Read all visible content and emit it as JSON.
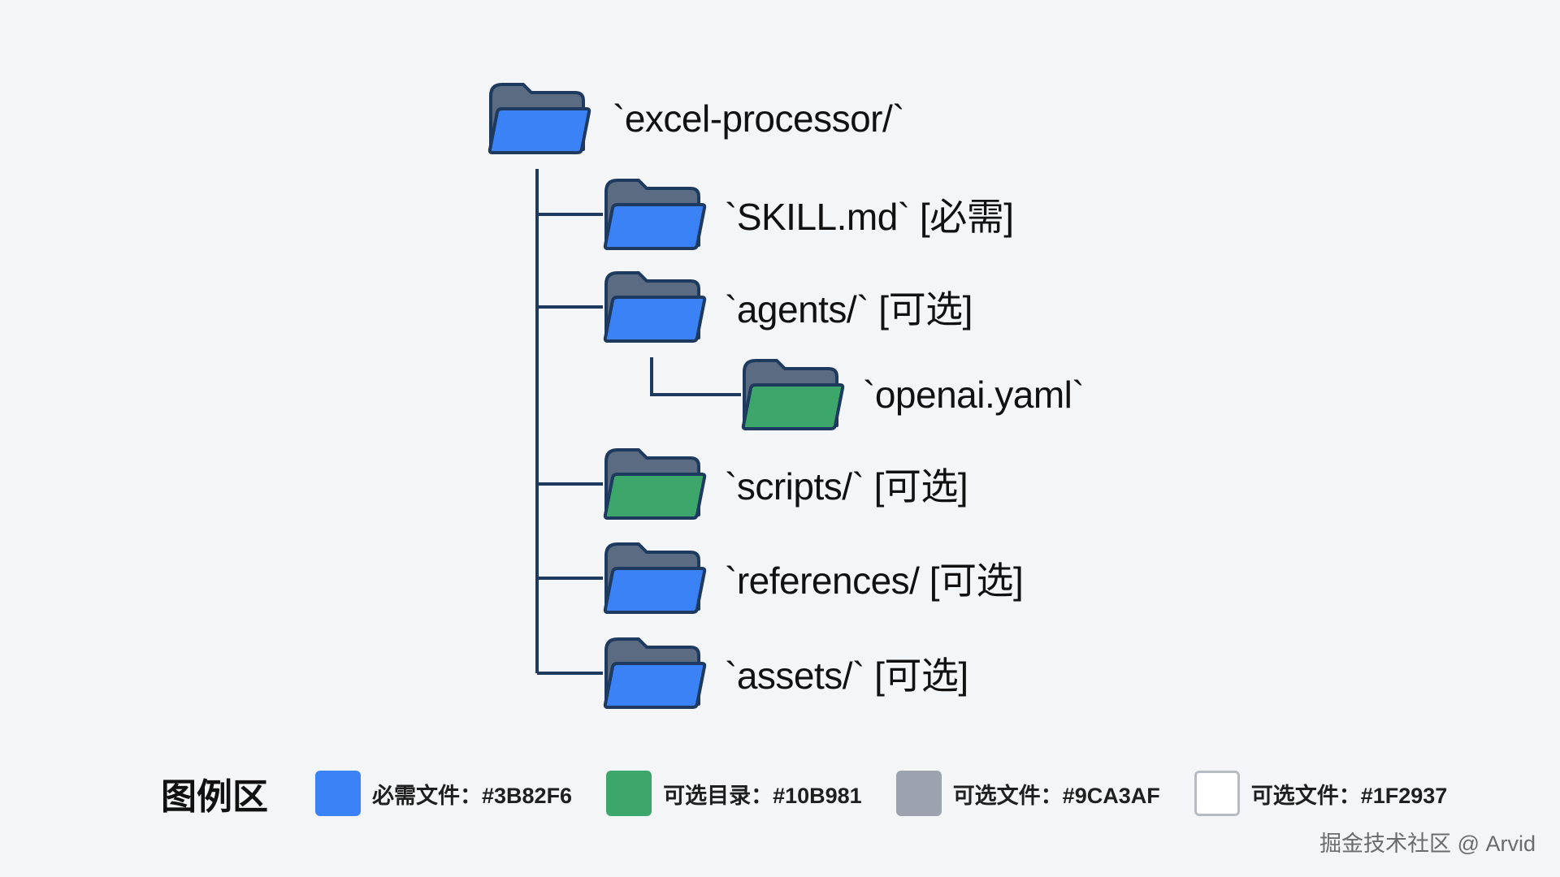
{
  "tree": {
    "root": {
      "label": "`excel-processor/`",
      "color": "#3B82F6"
    },
    "children": [
      {
        "id": "skill",
        "label": "`SKILL.md` [必需]",
        "color": "#3B82F6"
      },
      {
        "id": "agents",
        "label": "`agents/` [可选]",
        "color": "#3B82F6"
      },
      {
        "id": "openai",
        "label": "`openai.yaml`",
        "color": "#3DA66B"
      },
      {
        "id": "scripts",
        "label": "`scripts/` [可选]",
        "color": "#3DA66B"
      },
      {
        "id": "references",
        "label": "`references/ [可选]",
        "color": "#3B82F6"
      },
      {
        "id": "assets",
        "label": "`assets/` [可选]",
        "color": "#3B82F6"
      }
    ]
  },
  "legend": {
    "title": "图例区",
    "items": [
      {
        "text": "必需文件：#3B82F6",
        "color": "#3B82F6"
      },
      {
        "text": "可选目录：#10B981",
        "color": "#3DA66B"
      },
      {
        "text": "可选文件：#9CA3AF",
        "color": "#9CA3AF"
      },
      {
        "text": "可选文件：#1F2937",
        "color": "#FFFFFF"
      }
    ]
  },
  "watermark": "掘金技术社区 @ Arvid",
  "colors": {
    "line": "#1e3a5f",
    "folder_back": "#5b6b82",
    "folder_outline": "#1e3a5f"
  }
}
